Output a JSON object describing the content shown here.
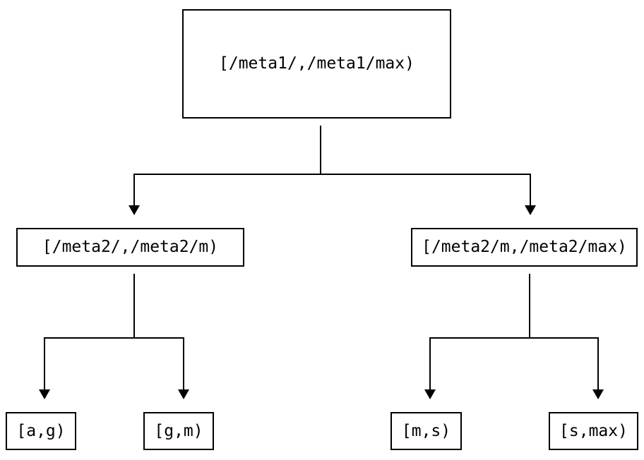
{
  "diagram": {
    "type": "tree",
    "title": "interval-partition-tree",
    "colors": {
      "background": "#ffffff",
      "box_fill": "#ffffff",
      "box_border": "#000000",
      "line": "#000000",
      "text": "#000000"
    },
    "nodes": {
      "root": {
        "label": "[/meta1/,/meta1/max)"
      },
      "left": {
        "label": "[/meta2/,/meta2/m)"
      },
      "right": {
        "label": "[/meta2/m,/meta2/max)"
      },
      "leaf_ag": {
        "label": "[a,g)"
      },
      "leaf_gm": {
        "label": "[g,m)"
      },
      "leaf_ms": {
        "label": "[m,s)"
      },
      "leaf_smax": {
        "label": "[s,max)"
      }
    },
    "edges": [
      {
        "from": "root",
        "to": "left"
      },
      {
        "from": "root",
        "to": "right"
      },
      {
        "from": "left",
        "to": "leaf_ag"
      },
      {
        "from": "left",
        "to": "leaf_gm"
      },
      {
        "from": "right",
        "to": "leaf_ms"
      },
      {
        "from": "right",
        "to": "leaf_smax"
      }
    ]
  }
}
